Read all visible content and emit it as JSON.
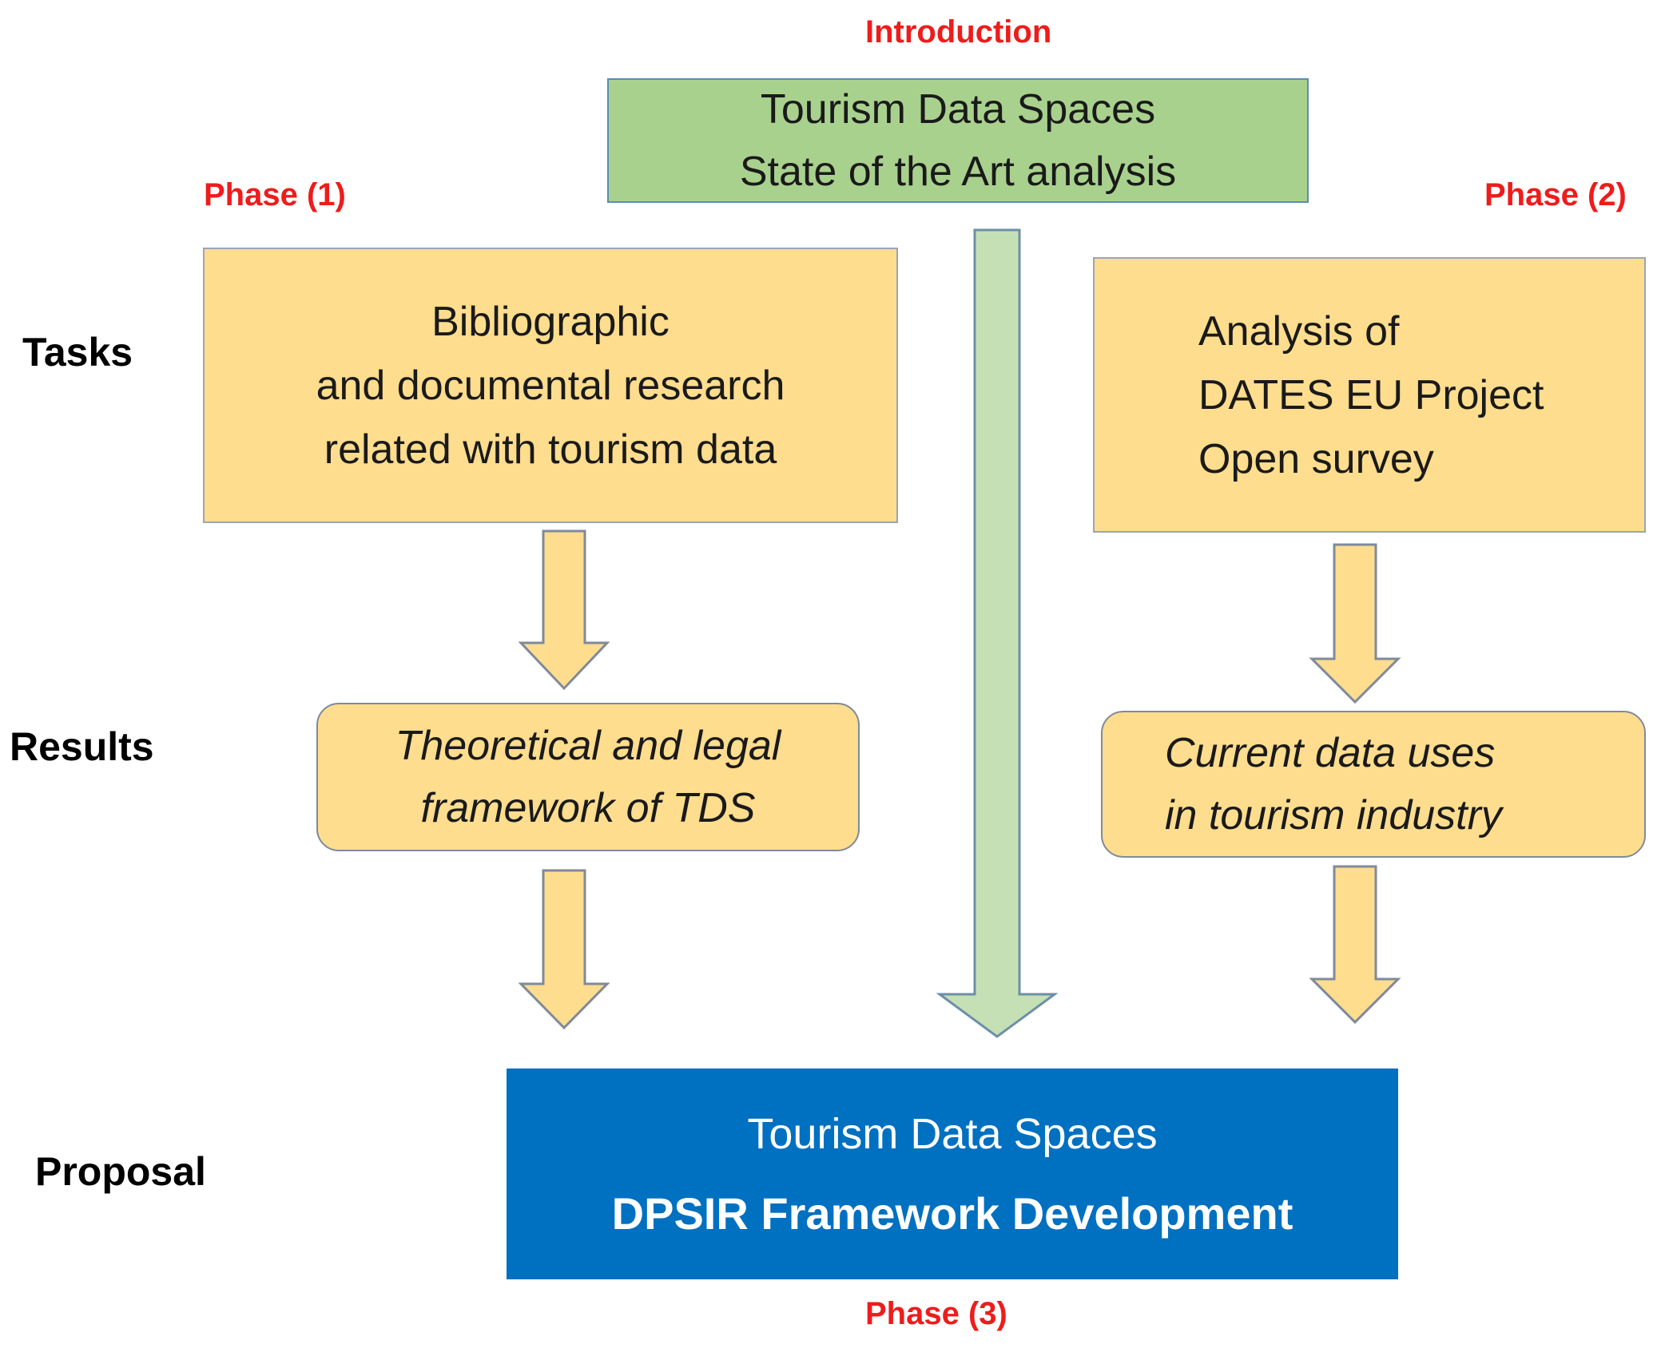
{
  "introduction": {
    "label": "Introduction",
    "box_lines": [
      "Tourism Data Spaces",
      "State of the Art analysis"
    ]
  },
  "phases": {
    "phase1": "Phase (1)",
    "phase2": "Phase (2)",
    "phase3": "Phase (3)"
  },
  "row_labels": {
    "tasks": "Tasks",
    "results": "Results",
    "proposal": "Proposal"
  },
  "tasks": {
    "phase1_lines": [
      "Bibliographic",
      "and documental research",
      "related with tourism data"
    ],
    "phase2_lines": [
      "Analysis of",
      "DATES EU Project",
      "Open survey"
    ]
  },
  "results": {
    "phase1_lines": [
      "Theoretical and legal",
      "framework of TDS"
    ],
    "phase2_lines": [
      "Current data uses",
      "in tourism industry"
    ]
  },
  "proposal": {
    "line1": "Tourism Data Spaces",
    "line2": "DPSIR Framework Development"
  },
  "colors": {
    "intro_box": "#a9d18e",
    "task_result_box": "#fedd8e",
    "proposal_box": "#0070c0",
    "phase_label": "#ee1c1c",
    "main_arrow": "#c5e0b4",
    "side_arrows": "#fedd8e"
  }
}
